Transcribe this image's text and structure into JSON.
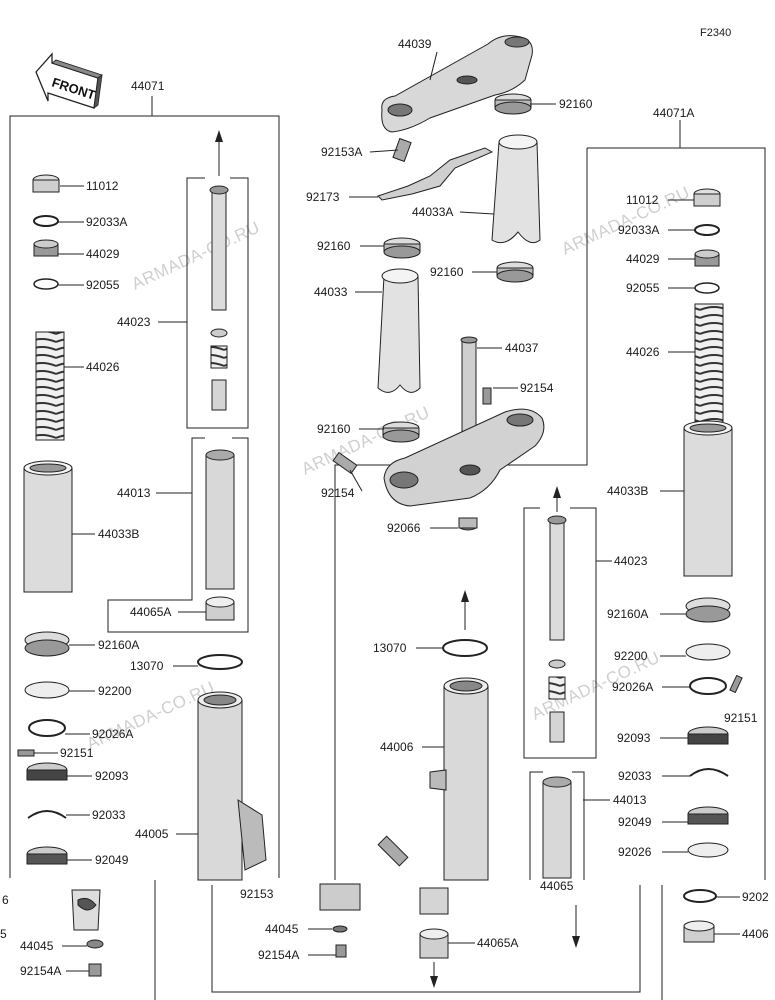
{
  "figure_code": "F2340",
  "front_label": "FRONT",
  "watermark": "ARMADA-CO.RU",
  "parts": [
    {
      "id": "p-44039",
      "number": "44039"
    },
    {
      "id": "p-92160-top",
      "number": "92160"
    },
    {
      "id": "p-44071",
      "number": "44071"
    },
    {
      "id": "p-44071A",
      "number": "44071A"
    },
    {
      "id": "p-92153A",
      "number": "92153A"
    },
    {
      "id": "p-92173",
      "number": "92173"
    },
    {
      "id": "p-44033A",
      "number": "44033A"
    },
    {
      "id": "p-92160-l1",
      "number": "92160"
    },
    {
      "id": "p-92160-l2",
      "number": "92160"
    },
    {
      "id": "p-44033",
      "number": "44033"
    },
    {
      "id": "p-44037",
      "number": "44037"
    },
    {
      "id": "p-92154",
      "number": "92154"
    },
    {
      "id": "p-92160-l3",
      "number": "92160"
    },
    {
      "id": "p-92154-b",
      "number": "92154"
    },
    {
      "id": "p-92066",
      "number": "92066"
    },
    {
      "id": "p-11012-l",
      "number": "11012"
    },
    {
      "id": "p-92033A-l",
      "number": "92033A"
    },
    {
      "id": "p-44029-l",
      "number": "44029"
    },
    {
      "id": "p-92055-l",
      "number": "92055"
    },
    {
      "id": "p-44023-l",
      "number": "44023"
    },
    {
      "id": "p-44026-l",
      "number": "44026"
    },
    {
      "id": "p-44013-l",
      "number": "44013"
    },
    {
      "id": "p-44033B-l",
      "number": "44033B"
    },
    {
      "id": "p-44065A-l",
      "number": "44065A"
    },
    {
      "id": "p-92160A-l",
      "number": "92160A"
    },
    {
      "id": "p-13070-l",
      "number": "13070"
    },
    {
      "id": "p-92200-l",
      "number": "92200"
    },
    {
      "id": "p-92026A-l",
      "number": "92026A"
    },
    {
      "id": "p-92151-l",
      "number": "92151"
    },
    {
      "id": "p-92093-l",
      "number": "92093"
    },
    {
      "id": "p-92033-l",
      "number": "92033"
    },
    {
      "id": "p-44005",
      "number": "44005"
    },
    {
      "id": "p-92049-l",
      "number": "92049"
    },
    {
      "id": "p-6",
      "number": "6"
    },
    {
      "id": "p-5",
      "number": "5"
    },
    {
      "id": "p-44045-l",
      "number": "44045"
    },
    {
      "id": "p-92154A-l",
      "number": "92154A"
    },
    {
      "id": "p-11012-r",
      "number": "11012"
    },
    {
      "id": "p-92033A-r",
      "number": "92033A"
    },
    {
      "id": "p-44029-r",
      "number": "44029"
    },
    {
      "id": "p-92055-r",
      "number": "92055"
    },
    {
      "id": "p-44026-r",
      "number": "44026"
    },
    {
      "id": "p-44033B-r",
      "number": "44033B"
    },
    {
      "id": "p-44023-r",
      "number": "44023"
    },
    {
      "id": "p-92160A-r",
      "number": "92160A"
    },
    {
      "id": "p-92200-r",
      "number": "92200"
    },
    {
      "id": "p-92026A-r",
      "number": "92026A"
    },
    {
      "id": "p-92151-r",
      "number": "92151"
    },
    {
      "id": "p-92093-r",
      "number": "92093"
    },
    {
      "id": "p-92033-r",
      "number": "92033"
    },
    {
      "id": "p-44013-r",
      "number": "44013"
    },
    {
      "id": "p-92049-r",
      "number": "92049"
    },
    {
      "id": "p-92026-r",
      "number": "92026"
    },
    {
      "id": "p-13070-c",
      "number": "13070"
    },
    {
      "id": "p-44006",
      "number": "44006"
    },
    {
      "id": "p-44065-c",
      "number": "44065"
    },
    {
      "id": "p-92153-c",
      "number": "92153"
    },
    {
      "id": "p-44045-c",
      "number": "44045"
    },
    {
      "id": "p-92154A-c",
      "number": "92154A"
    },
    {
      "id": "p-44065A-c",
      "number": "44065A"
    },
    {
      "id": "p-9202",
      "number": "9202"
    },
    {
      "id": "p-4406",
      "number": "4406"
    }
  ]
}
